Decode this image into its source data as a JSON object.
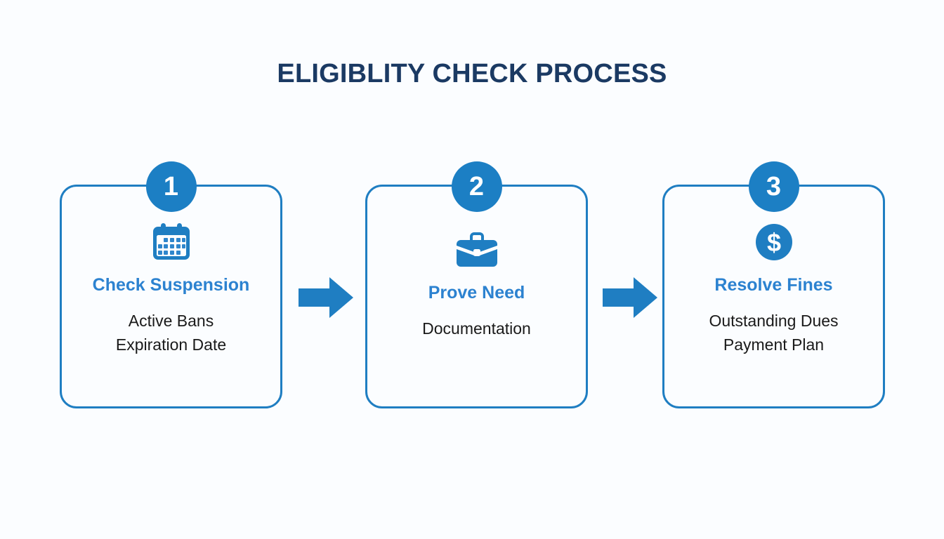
{
  "title": "ELIGIBLITY CHECK PROCESS",
  "colors": {
    "background": "#fbfdff",
    "title": "#1b3a63",
    "card_border": "#1f7ec2",
    "badge": "#1c7fc4",
    "heading": "#2c82d0",
    "body_text": "#1a1a1a",
    "arrow": "#1f7ec2"
  },
  "steps": [
    {
      "number": "1",
      "icon": "calendar-icon",
      "heading": "Check Suspension",
      "lines": [
        "Active Bans",
        "Expiration Date"
      ]
    },
    {
      "number": "2",
      "icon": "briefcase-icon",
      "heading": "Prove Need",
      "lines": [
        "Documentation"
      ]
    },
    {
      "number": "3",
      "icon": "dollar-circle-icon",
      "heading": "Resolve Fines",
      "lines": [
        "Outstanding Dues",
        "Payment Plan"
      ]
    }
  ],
  "connectors": [
    {
      "name": "arrow-right-icon",
      "from": "1",
      "to": "2"
    },
    {
      "name": "arrow-right-icon",
      "from": "2",
      "to": "3"
    }
  ]
}
